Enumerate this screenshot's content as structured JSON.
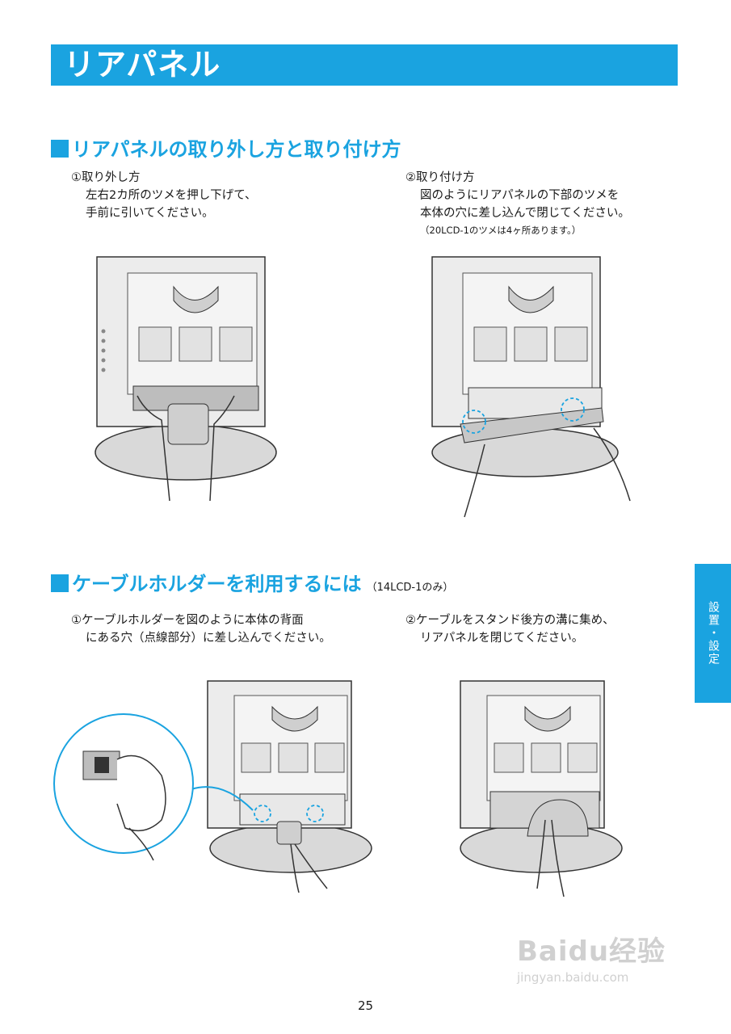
{
  "banner": {
    "title": "リアパネル"
  },
  "section1": {
    "title": "リアパネルの取り外し方と取り付け方",
    "step1": {
      "label": "①取り外し方",
      "line1": "左右2カ所のツメを押し下げて、",
      "line2": "手前に引いてください。"
    },
    "step2": {
      "label": "②取り付け方",
      "line1": "図のようにリアパネルの下部のツメを",
      "line2": "本体の穴に差し込んで閉じてください。",
      "note": "（20LCD-1のツメは4ヶ所あります。）"
    }
  },
  "section2": {
    "title": "ケーブルホルダーを利用するには",
    "note": "（14LCD-1のみ）",
    "step1": {
      "line1": "①ケーブルホルダーを図のように本体の背面",
      "line2": "にある穴（点線部分）に差し込んでください。"
    },
    "step2": {
      "line1": "②ケーブルをスタンド後方の溝に集め、",
      "line2": "リアパネルを閉じてください。"
    }
  },
  "side_tab": {
    "label": "設置・設定"
  },
  "page_number": "25",
  "watermark": {
    "brand": "Baidu经验",
    "url": "jingyan.baidu.com"
  },
  "colors": {
    "accent": "#1aa3e0"
  }
}
